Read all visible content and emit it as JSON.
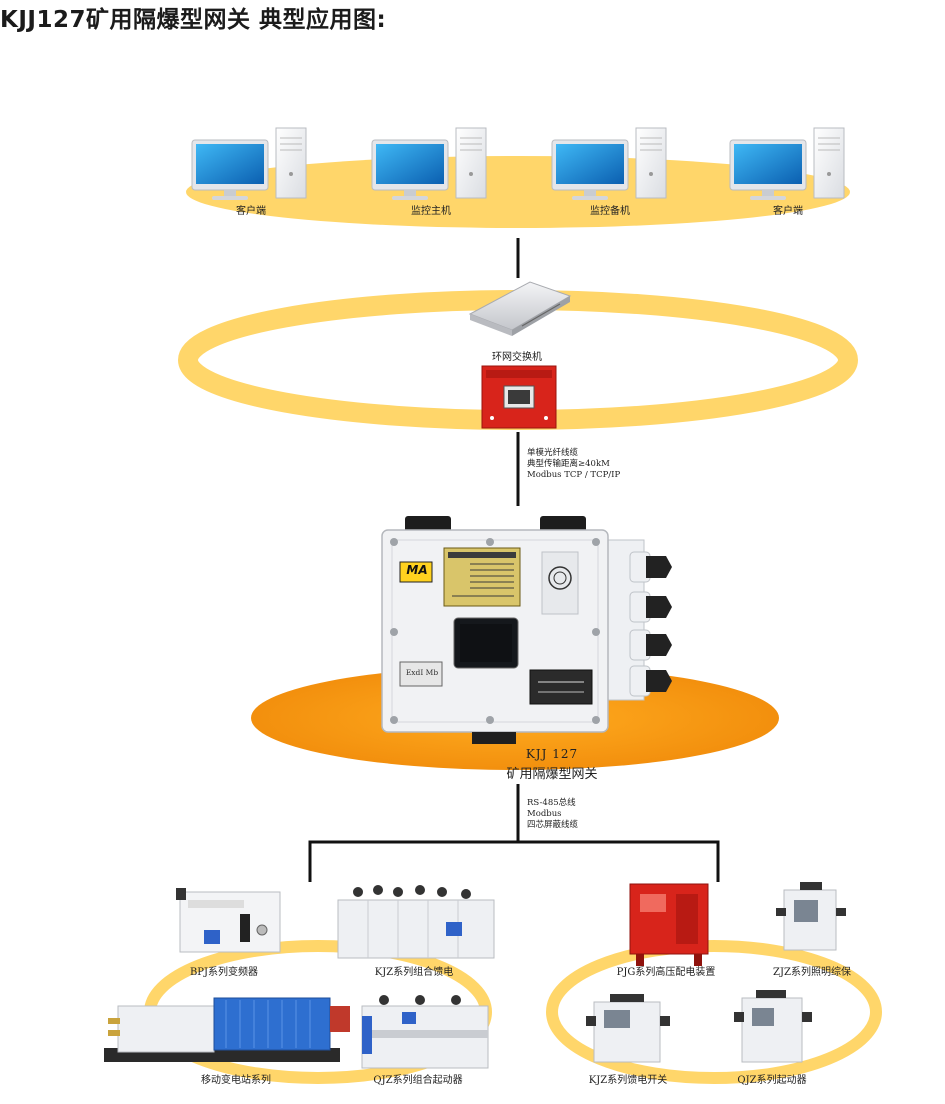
{
  "title": "KJJ127矿用隔爆型网关  典型应用图:",
  "layer1": {
    "clients": [
      "客户端",
      "监控主机",
      "监控备机",
      "客户端"
    ]
  },
  "switch_label": "环网交换机",
  "fiber": {
    "line1": "单模光纤线缆",
    "line2": "典型传输距离≥40kM",
    "line3": "Modbus TCP / TCP/IP"
  },
  "gateway": {
    "label_model": "KJJ 127",
    "label_name": "矿用隔爆型网关",
    "plate_ma": "MA",
    "plate_exd": "ExdI Mb"
  },
  "rs485": {
    "line1": "RS-485总线",
    "line2": "Modbus",
    "line3": "四芯屏蔽线缆"
  },
  "devices_left": {
    "d1": "BPJ系列变频器",
    "d2": "KJZ系列组合馈电",
    "d3": "移动变电站系列",
    "d4": "QJZ系列组合起动器"
  },
  "devices_right": {
    "d1": "PJG系列高压配电装置",
    "d2": "ZJZ系列照明综保",
    "d3": "KJZ系列馈电开关",
    "d4": "QJZ系列起动器"
  },
  "colors": {
    "ring_yellow": "#ffd66a",
    "ellipse_orange": "#f79a12",
    "connector": "#111111"
  }
}
